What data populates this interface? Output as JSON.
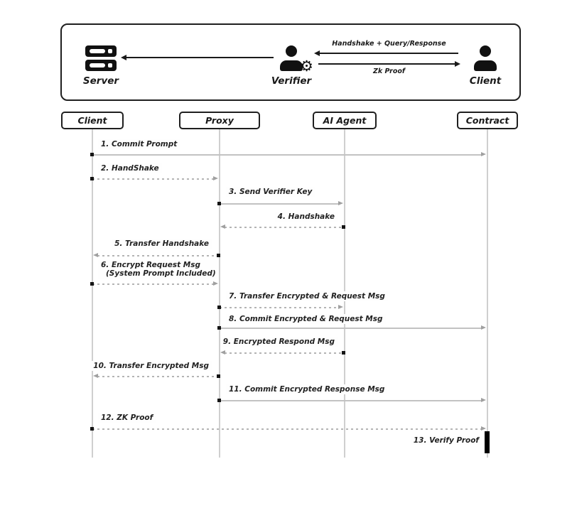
{
  "icons": {
    "gear": "⚙"
  },
  "colors": {
    "ink": "#1a1a1a",
    "arrow_gray": "#b4b4b4",
    "lifeline_gray": "#cfcfcf",
    "background": "#ffffff"
  },
  "overview": {
    "actors": [
      {
        "label": "Server"
      },
      {
        "label": "Verifier"
      },
      {
        "label": "Client"
      }
    ],
    "flows": [
      {
        "label": "",
        "from": "Verifier",
        "to": "Server"
      },
      {
        "label": "Handshake + Query/Response",
        "from": "Client",
        "to": "Verifier"
      },
      {
        "label": "Zk Proof",
        "from": "Verifier",
        "to": "Client"
      }
    ]
  },
  "sequence": {
    "participants": [
      {
        "label": "Client"
      },
      {
        "label": "Proxy"
      },
      {
        "label": "AI Agent"
      },
      {
        "label": "Contract"
      }
    ],
    "messages": [
      {
        "label": "1. Commit Prompt",
        "from": "Client",
        "to": "Contract"
      },
      {
        "label": "2. HandShake",
        "from": "Client",
        "to": "Proxy"
      },
      {
        "label": "3. Send Verifier Key",
        "from": "Proxy",
        "to": "AI Agent"
      },
      {
        "label": "4. Handshake",
        "from": "AI Agent",
        "to": "Proxy"
      },
      {
        "label": "5. Transfer Handshake",
        "from": "Proxy",
        "to": "Client"
      },
      {
        "label": "6. Encrypt Request Msg",
        "label2": "(System Prompt Included)",
        "from": "Client",
        "to": "Proxy"
      },
      {
        "label": "7. Transfer Encrypted & Request Msg",
        "from": "Proxy",
        "to": "AI Agent"
      },
      {
        "label": "8. Commit Encrypted & Request Msg",
        "from": "Proxy",
        "to": "Contract"
      },
      {
        "label": "9. Encrypted Respond Msg",
        "from": "AI Agent",
        "to": "Proxy"
      },
      {
        "label": "10. Transfer Encrypted Msg",
        "from": "Proxy",
        "to": "Client"
      },
      {
        "label": "11. Commit Encrypted Response Msg",
        "from": "Proxy",
        "to": "Contract"
      },
      {
        "label": "12. ZK Proof",
        "from": "Client",
        "to": "Contract"
      },
      {
        "label": "13. Verify Proof",
        "from": "Contract",
        "to": "Contract"
      }
    ]
  }
}
